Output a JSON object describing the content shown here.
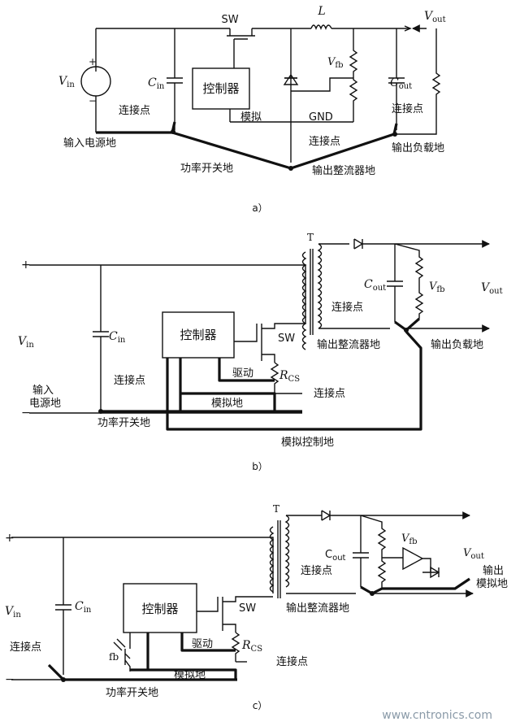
{
  "diagram_a": {
    "caption": "a）",
    "sw": "SW",
    "inductor": "L",
    "vout": "V",
    "vout_sub": "out",
    "vin": "V",
    "vin_sub": "in",
    "cin": "C",
    "cin_sub": "in",
    "vfb": "V",
    "vfb_sub": "fb",
    "cout": "C",
    "cout_sub": "out",
    "controller": "控制器",
    "analog": "模拟",
    "gnd": "GND",
    "connection_left": "连接点",
    "connection_right": "连接点",
    "connection_mid": "连接点",
    "input_ground": "输入电源地",
    "output_load_ground": "输出负载地",
    "power_switch_ground": "功率开关地",
    "output_rectifier_ground": "输出整流器地"
  },
  "diagram_b": {
    "caption": "b）",
    "transformer": "T",
    "vin": "V",
    "vin_sub": "in",
    "cin": "C",
    "cin_sub": "in",
    "cout": "C",
    "cout_sub": "out",
    "vfb": "V",
    "vfb_sub": "fb",
    "vout": "V",
    "vout_sub": "out",
    "controller": "控制器",
    "sw": "SW",
    "drive": "驱动",
    "rcs": "R",
    "rcs_sub": "CS",
    "analog_ground": "模拟地",
    "connection_left": "连接点",
    "connection_mid": "连接点",
    "connection_right": "连接点",
    "input_ground_1": "输入",
    "input_ground_2": "电源地",
    "power_switch_ground": "功率开关地",
    "analog_control_ground": "模拟控制地",
    "output_rectifier_ground": "输出整流器地",
    "output_load_ground": "输出负载地",
    "plus": "+",
    "minus": "−"
  },
  "diagram_c": {
    "caption": "c）",
    "transformer": "T",
    "vin": "V",
    "vin_sub": "in",
    "cin": "C",
    "cin_sub": "in",
    "cout": "C",
    "cout_sub": "out",
    "vfb": "V",
    "vfb_sub": "fb",
    "vout": "V",
    "vout_sub": "out",
    "controller": "控制器",
    "sw": "SW",
    "drive": "驱动",
    "rcs": "R",
    "rcs_sub": "CS",
    "fb": "fb",
    "analog_ground": "模拟地",
    "connection_left": "连接点",
    "connection_mid": "连接点",
    "connection_right": "连接点",
    "power_switch_ground": "功率开关地",
    "output_rectifier_ground": "输出整流器地",
    "output_analog_1": "输出",
    "output_analog_2": "模拟地",
    "plus": "+",
    "minus": "−"
  },
  "watermark": "www.cntronics.com"
}
